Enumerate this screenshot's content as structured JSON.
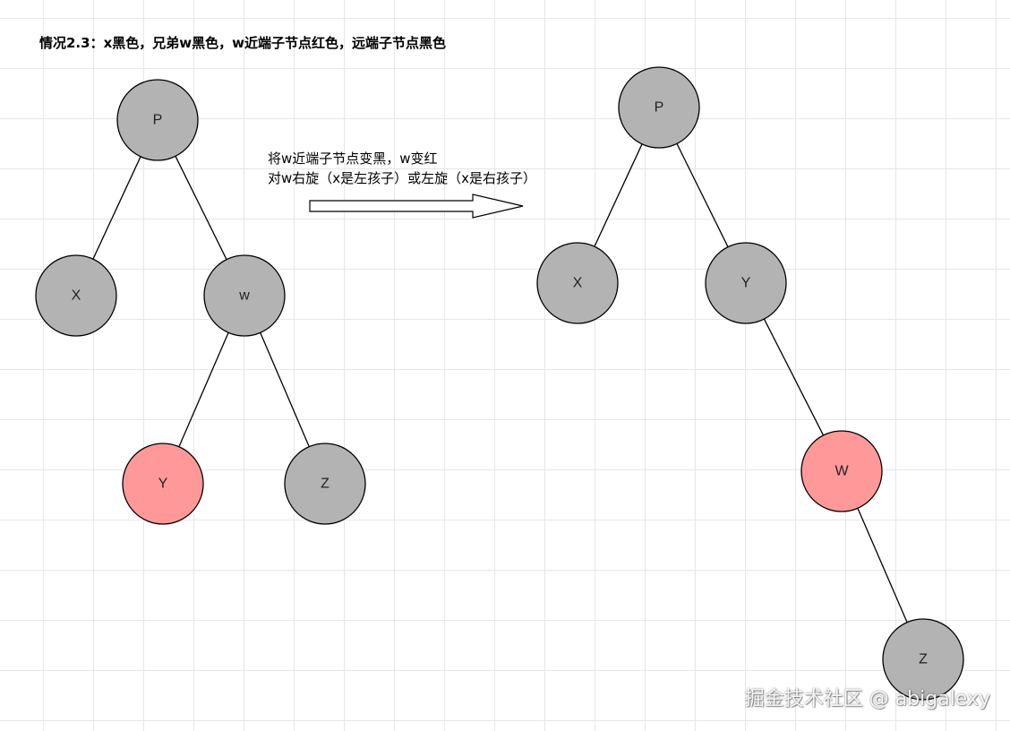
{
  "title": "情况2.3：x黑色，兄弟w黑色，w近端子节点红色，远端子节点黑色",
  "caption": {
    "line1": "将w近端子节点变黑，w变红",
    "line2": "对w右旋（x是左孩子）或左旋（x是右孩子）"
  },
  "colors": {
    "black_node": "#b3b3b3",
    "red_node": "#ff9999",
    "stroke": "#000000"
  },
  "before_tree": {
    "nodes": [
      {
        "id": "P",
        "label": "P",
        "color": "black"
      },
      {
        "id": "X",
        "label": "X",
        "color": "black"
      },
      {
        "id": "w",
        "label": "w",
        "color": "black"
      },
      {
        "id": "Y",
        "label": "Y",
        "color": "red"
      },
      {
        "id": "Z",
        "label": "Z",
        "color": "black"
      }
    ],
    "edges": [
      [
        "P",
        "X"
      ],
      [
        "P",
        "w"
      ],
      [
        "w",
        "Y"
      ],
      [
        "w",
        "Z"
      ]
    ]
  },
  "after_tree": {
    "nodes": [
      {
        "id": "P",
        "label": "P",
        "color": "black"
      },
      {
        "id": "X",
        "label": "X",
        "color": "black"
      },
      {
        "id": "Y",
        "label": "Y",
        "color": "black"
      },
      {
        "id": "W",
        "label": "W",
        "color": "red"
      },
      {
        "id": "Z",
        "label": "Z",
        "color": "black"
      }
    ],
    "edges": [
      [
        "P",
        "X"
      ],
      [
        "P",
        "Y"
      ],
      [
        "Y",
        "W"
      ],
      [
        "W",
        "Z"
      ]
    ]
  },
  "watermark": "掘金技术社区 @ abigalexy"
}
